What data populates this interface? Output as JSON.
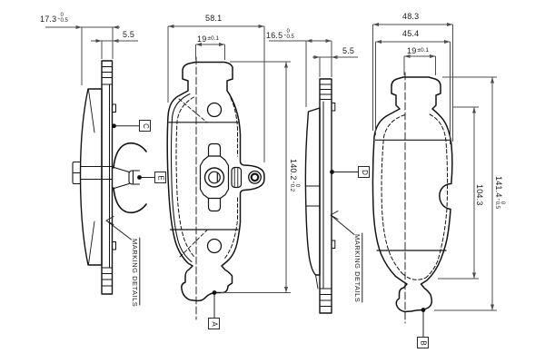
{
  "drawing": {
    "kind": "brake-pad engineering drawing, four views with dimensions",
    "colors": {
      "background": "#ffffff",
      "outline": "#141414",
      "dimension_lines": "#4d4d4d",
      "text": "#1a1a1a"
    },
    "dims": {
      "left_total_thickness": {
        "value": "17.3",
        "tol_join": "-",
        "tol_top": "0",
        "tol_bottom": "0.5"
      },
      "left_plate_thickness": {
        "value": "5.5"
      },
      "left_pad_width": {
        "value": "58.1"
      },
      "left_tab_width": {
        "value": "19",
        "tol_inline": "±0.1"
      },
      "right_total_thickness": {
        "value": "16.5",
        "tol_join": "-",
        "tol_top": "0",
        "tol_bottom": "0.5"
      },
      "right_plate_thickness": {
        "value": "5.5"
      },
      "right_pad_width_outer": {
        "value": "48.3"
      },
      "right_pad_width_inner": {
        "value": "45.4"
      },
      "right_tab_width": {
        "value": "19",
        "tol_inline": "±0.1"
      },
      "left_pad_height": {
        "value": "140.2",
        "tol_join": "-",
        "tol_top": "0",
        "tol_bottom": "0.2"
      },
      "right_pad_body_height": {
        "value": "104.3"
      },
      "right_pad_height": {
        "value": "141.4",
        "tol_join": "-",
        "tol_top": "0",
        "tol_bottom": "0.5"
      }
    },
    "labels": {
      "a": "A",
      "b": "B",
      "c": "C",
      "d": "D",
      "e": "E"
    },
    "notes": {
      "marking_details_left": "MARKING DETAILS",
      "marking_details_right": "MARKING DETAILS"
    }
  }
}
